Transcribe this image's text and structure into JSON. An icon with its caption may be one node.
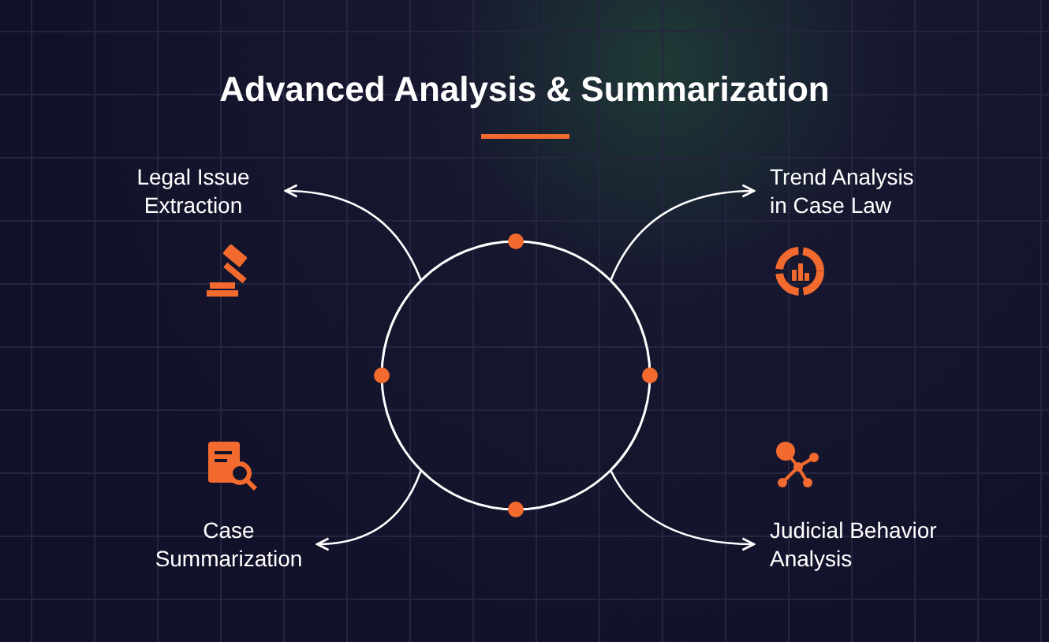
{
  "diagram": {
    "title": "Advanced Analysis & Summarization",
    "nodes": [
      {
        "text": [],
        "shape": "circle"
      },
      {
        "text": [
          "Legal Issue Extraction"
        ]
      },
      {
        "text": [
          "Trend Analysis in Case Law"
        ]
      },
      {
        "text": [
          "Case Summarization"
        ]
      },
      {
        "text": [
          "Judicial Behavior Analysis"
        ]
      }
    ],
    "edges": [
      {
        "from": 0,
        "to": 1,
        "arrow": "to"
      },
      {
        "from": 0,
        "to": 2,
        "arrow": "to"
      },
      {
        "from": 0,
        "to": 3,
        "arrow": "to"
      },
      {
        "from": 0,
        "to": 4,
        "arrow": "to"
      }
    ]
  }
}
